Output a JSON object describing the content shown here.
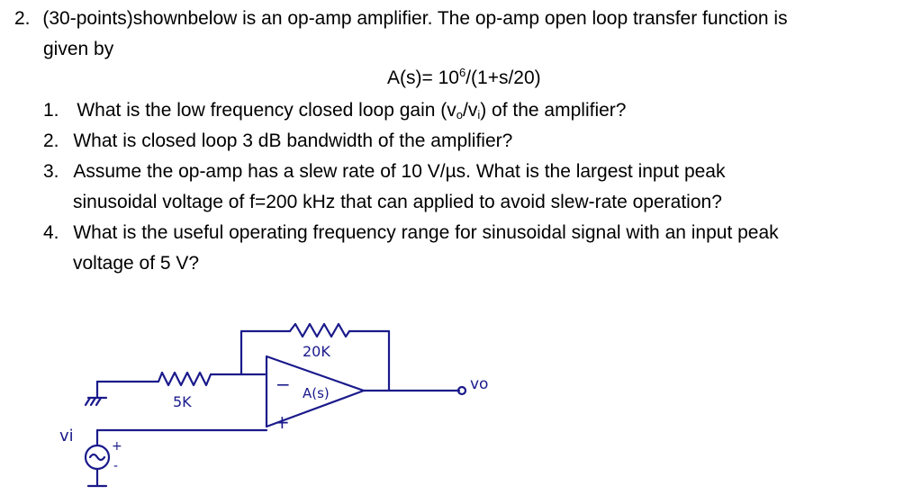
{
  "problem": {
    "number": "2.",
    "intro_line1": "(30-points)shownbelow is an op-amp amplifier.  The op-amp open loop transfer function is",
    "intro_line2": "given by",
    "formula_prefix": "A(s)= 10",
    "formula_exp": "6",
    "formula_suffix": "/(1+s/20)"
  },
  "questions": [
    {
      "num": "1.",
      "pre": "What is the low frequency closed loop gain (v",
      "sub1": "o",
      "mid": "/v",
      "sub2": "i",
      "post": ") of the amplifier?"
    },
    {
      "num": "2.",
      "line1": "What is closed loop 3 dB bandwidth of the amplifier?"
    },
    {
      "num": "3.",
      "line1": "Assume the op-amp has a slew rate of 10 V/µs.  What is the largest input peak",
      "line2": "sinusoidal voltage of f=200 kHz that can applied to avoid slew-rate operation?"
    },
    {
      "num": "4.",
      "line1": "What is the useful operating frequency range for sinusoidal signal with an input peak",
      "line2": "voltage of 5 V?"
    }
  ],
  "circuit": {
    "r_feedback": "20K",
    "r_input": "5K",
    "opamp_label": "A(s)",
    "minus_sign": "−",
    "plus_sign": "+",
    "vin_label": "vi",
    "vout_label": "vo",
    "source_plus": "+",
    "source_minus": "-",
    "ink_color": "#1a1a8c"
  }
}
